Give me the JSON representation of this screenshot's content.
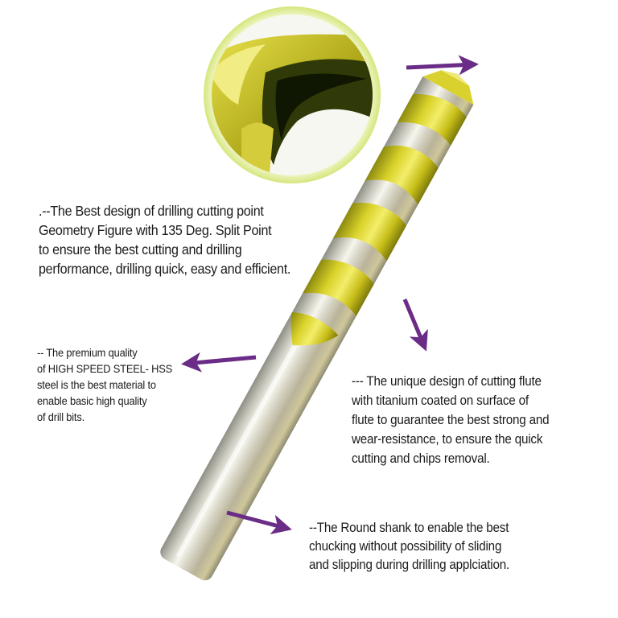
{
  "callouts": {
    "point": {
      "lines": [
        ".--The Best design of drilling cutting point",
        "Geometry Figure with 135 Deg. Split Point",
        "to ensure the best cutting and drilling",
        "performance, drilling quick, easy and efficient."
      ]
    },
    "material": {
      "lines": [
        "-- The premium quality",
        "of HIGH SPEED STEEL- HSS",
        "steel is the best material to",
        "enable basic high quality",
        "of drill bits."
      ]
    },
    "flute": {
      "lines": [
        "--- The unique design of cutting  flute",
        "with titanium coated on surface of",
        "flute to guarantee the best strong and",
        "wear-resistance, to ensure the quick",
        "cutting and chips removal."
      ]
    },
    "shank": {
      "lines": [
        "--The Round shank to enable the best",
        "chucking  without possibility of sliding",
        "and slipping during drilling applciation."
      ]
    }
  },
  "colors": {
    "arrow": "#6a2c86",
    "titanium_gold": "#c9c21e",
    "steel": "#c8c8c0",
    "inset_ring": "#e2ee9c"
  },
  "icons": {
    "arrow": "arrow-icon",
    "drill_bit": "drill-bit-icon",
    "inset": "cutting-point-closeup-icon"
  }
}
